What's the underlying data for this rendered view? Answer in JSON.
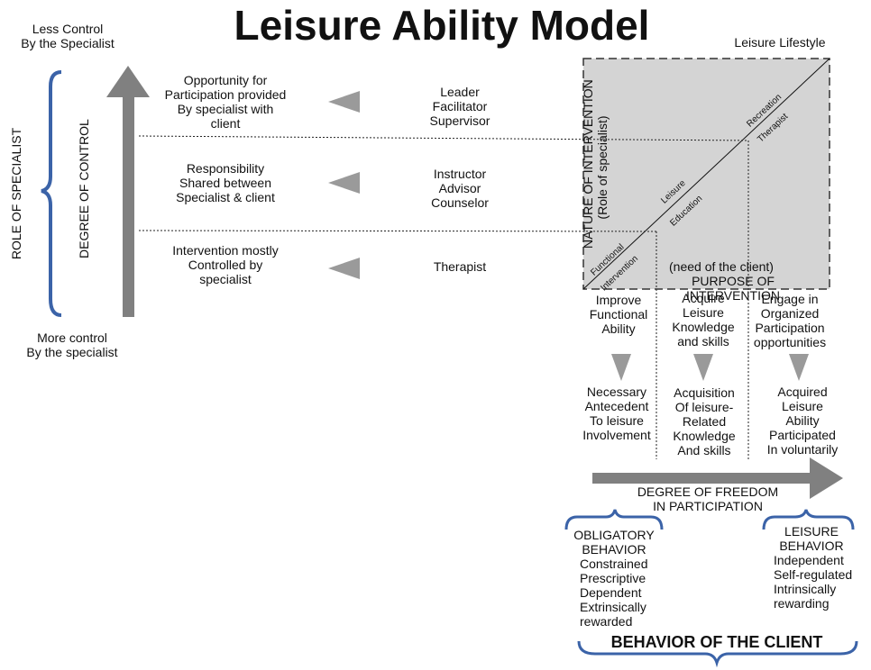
{
  "title": "Leisure Ability Model",
  "left": {
    "top_label": "Less Control\nBy the Specialist",
    "bottom_label": "More control\nBy the specialist",
    "role_label": "ROLE OF SPECIALIST",
    "degree_label": "DEGREE OF CONTROL"
  },
  "rows": [
    {
      "description": "Opportunity for\nParticipation provided\nBy specialist with\nclient",
      "roles": "Leader\nFacilitator\nSupervisor"
    },
    {
      "description": "Responsibility\nShared between\nSpecialist & client",
      "roles": "Instructor\nAdvisor\nCounselor"
    },
    {
      "description": "Intervention mostly\nControlled by\nspecialist",
      "roles": "Therapist"
    }
  ],
  "box": {
    "corner_label": "Leisure Lifestyle",
    "nature_line1": "NATURE OF INTERVENTION",
    "nature_line2": "(Role of specialist)",
    "need_label": "(need of the client)",
    "purpose_label": "PURPOSE OF INTERVENTION",
    "diagonal": [
      {
        "top": "Functional",
        "bottom": "Intervention"
      },
      {
        "top": "Leisure",
        "bottom": "Education"
      },
      {
        "top": "Recreation",
        "bottom": "Therapist"
      }
    ]
  },
  "columns": [
    {
      "purpose": "Improve\nFunctional\nAbility",
      "outcome": "Necessary\nAntecedent\nTo leisure\nInvolvement"
    },
    {
      "purpose": "Acquire\nLeisure\nKnowledge\nand skills",
      "outcome": "Acquisition\nOf leisure-\nRelated\nKnowledge\nAnd skills"
    },
    {
      "purpose": "Engage in\nOrganized\nParticipation\nopportunities",
      "outcome": "Acquired\nLeisure\nAbility\nParticipated\nIn voluntarily"
    }
  ],
  "freedom_label": "DEGREE OF FREEDOM\nIN PARTICIPATION",
  "obligatory": {
    "heading": "OBLIGATORY\nBEHAVIOR",
    "traits": "Constrained\nPrescriptive\nDependent\nExtrinsically\nrewarded"
  },
  "leisure_behavior": {
    "heading": "LEISURE\nBEHAVIOR",
    "traits": "Independent\nSelf-regulated\nIntrinsically\nrewarding"
  },
  "behavior_label": "BEHAVIOR OF THE CLIENT",
  "colors": {
    "arrow_gray": "#808080",
    "box_fill": "#d4d4d4",
    "brace_blue": "#3b63a8",
    "text": "#111111"
  }
}
